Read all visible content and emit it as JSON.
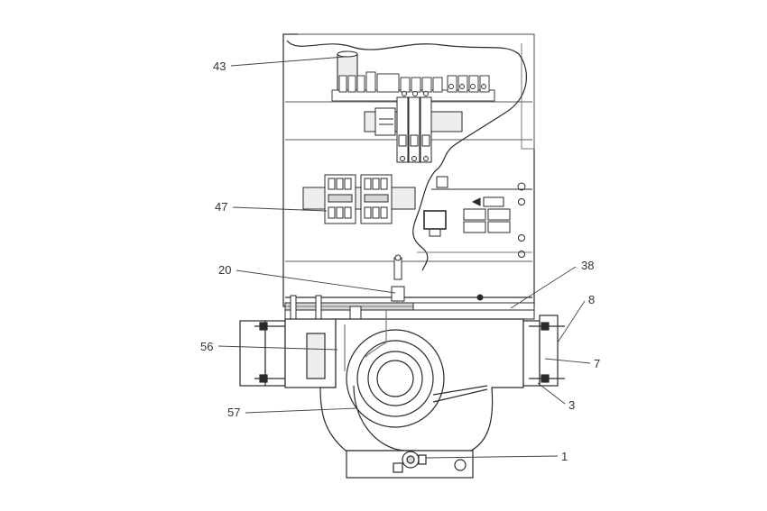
{
  "diagram": {
    "callouts": [
      {
        "id": "43",
        "label": "43"
      },
      {
        "id": "47",
        "label": "47"
      },
      {
        "id": "20",
        "label": "20"
      },
      {
        "id": "56",
        "label": "56"
      },
      {
        "id": "57",
        "label": "57"
      },
      {
        "id": "38",
        "label": "38"
      },
      {
        "id": "8",
        "label": "8"
      },
      {
        "id": "7",
        "label": "7"
      },
      {
        "id": "3",
        "label": "3"
      },
      {
        "id": "1",
        "label": "1"
      }
    ],
    "colors": {
      "line": "#2a2a2a",
      "light_line": "#7a7a7a",
      "fill_light": "#ededed",
      "fill_mid": "#d6d6d6",
      "background": "#ffffff"
    }
  }
}
